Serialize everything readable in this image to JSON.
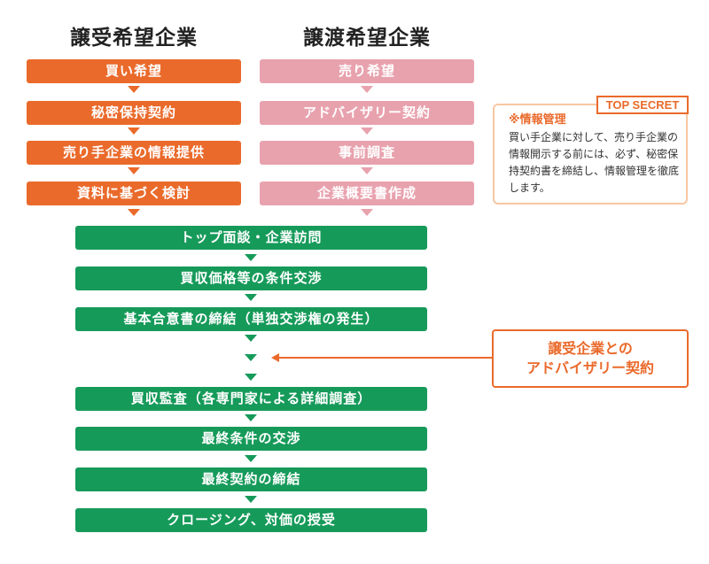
{
  "buyer": {
    "title": "譲受希望企業",
    "steps": [
      "買い希望",
      "秘密保持契約",
      "売り手企業の情報提供",
      "資料に基づく検討"
    ]
  },
  "seller": {
    "title": "譲渡希望企業",
    "steps": [
      "売り希望",
      "アドバイザリー契約",
      "事前調査",
      "企業概要書作成"
    ]
  },
  "common_steps": [
    "トップ面談・企業訪問",
    "買収価格等の条件交渉",
    "基本合意書の締結（単独交渉権の発生）",
    "買収監査（各専門家による詳細調査）",
    "最終条件の交渉",
    "最終契約の締結",
    "クロージング、対価の授受"
  ],
  "secret_note": {
    "badge": "TOP SECRET",
    "title": "※情報管理",
    "body": "買い手企業に対して、売り手企業の情報開示する前には、必ず、秘密保持契約書を締結し、情報管理を徹底します。"
  },
  "advisory_note": {
    "line1": "譲受企業との",
    "line2": "アドバイザリー契約"
  },
  "colors": {
    "buyer": "#ea6a2b",
    "seller": "#e8a2ae",
    "common": "#169a5a",
    "accent": "#ea6a2b"
  }
}
